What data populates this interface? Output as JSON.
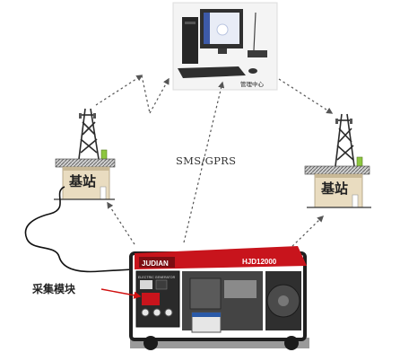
{
  "management_center": {
    "label": "管理中心"
  },
  "base_station_left": {
    "label": "基站"
  },
  "base_station_right": {
    "label": "基站"
  },
  "link_label": "SMS/GPRS",
  "collection_module": {
    "label": "采集模块"
  },
  "generator": {
    "brand": "JUDIAN",
    "model": "HJD12000",
    "panel_label": "ELECTRIC GENERATOR"
  },
  "colors": {
    "generator_red": "#c8141c",
    "frame_dark": "#1f1f1f",
    "station_sand": "#e9dcc0",
    "tower_dark": "#2b2b2b",
    "connector": "#555555",
    "arrow_red": "#d01010"
  }
}
